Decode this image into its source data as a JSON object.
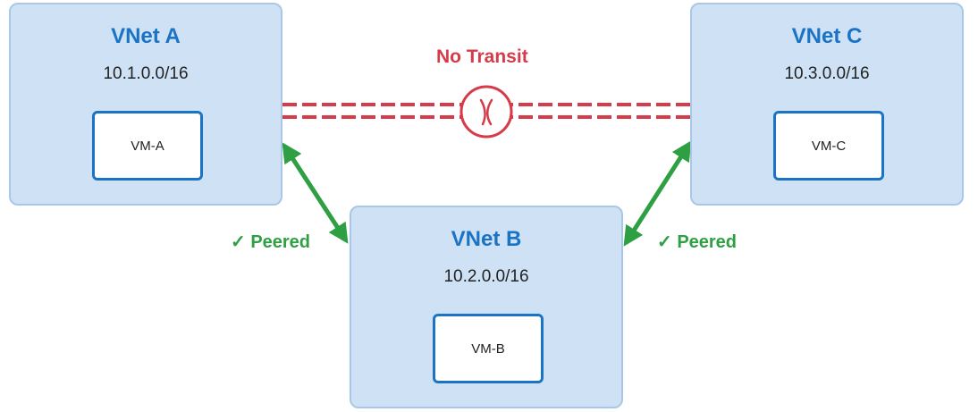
{
  "vnets": {
    "a": {
      "title": "VNet A",
      "cidr": "10.1.0.0/16",
      "vm": "VM-A"
    },
    "b": {
      "title": "VNet B",
      "cidr": "10.2.0.0/16",
      "vm": "VM-B"
    },
    "c": {
      "title": "VNet C",
      "cidr": "10.3.0.0/16",
      "vm": "VM-C"
    }
  },
  "links": {
    "no_transit": {
      "label": "No Transit",
      "color": "#d63b4a",
      "icon": "cross-icon"
    },
    "peering_left": {
      "label": "✓ Peered",
      "color": "#2ea043"
    },
    "peering_right": {
      "label": "✓ Peered",
      "color": "#2ea043"
    }
  },
  "colors": {
    "vnet_fill": "#cfe2f5",
    "vnet_border": "#a9c8e8",
    "vnet_title": "#1a73c5",
    "vm_border": "#1a73c5"
  }
}
